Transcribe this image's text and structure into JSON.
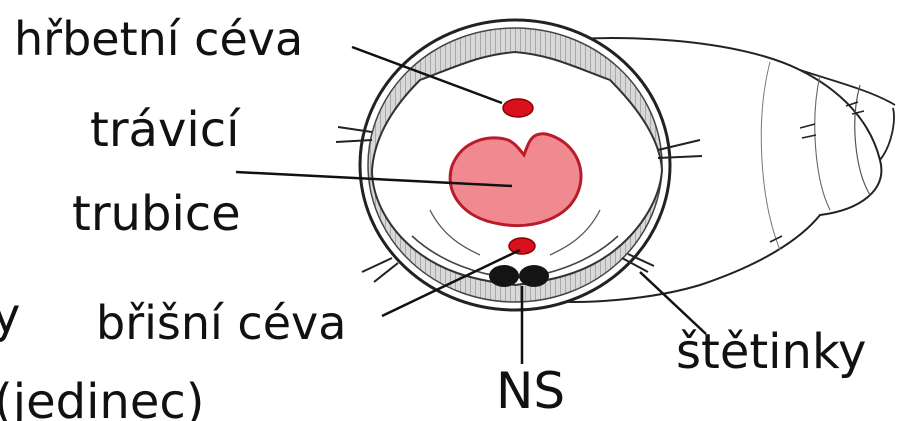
{
  "labels": {
    "dorsal_vessel": "hřbetní céva",
    "digestive_tube_line1": "trávicí",
    "digestive_tube_line2": "trubice",
    "ventral_vessel": "břišní céva",
    "nervous_system": "NS",
    "setae": "štětinky",
    "partial_text": "(jedinec)",
    "partial_fragment": "y"
  },
  "colors": {
    "gut_fill": "#f08a90",
    "gut_stroke": "#b81c2a",
    "vessel_fill": "#d8111c",
    "nerve_fill": "#141414",
    "line": "#111111"
  }
}
